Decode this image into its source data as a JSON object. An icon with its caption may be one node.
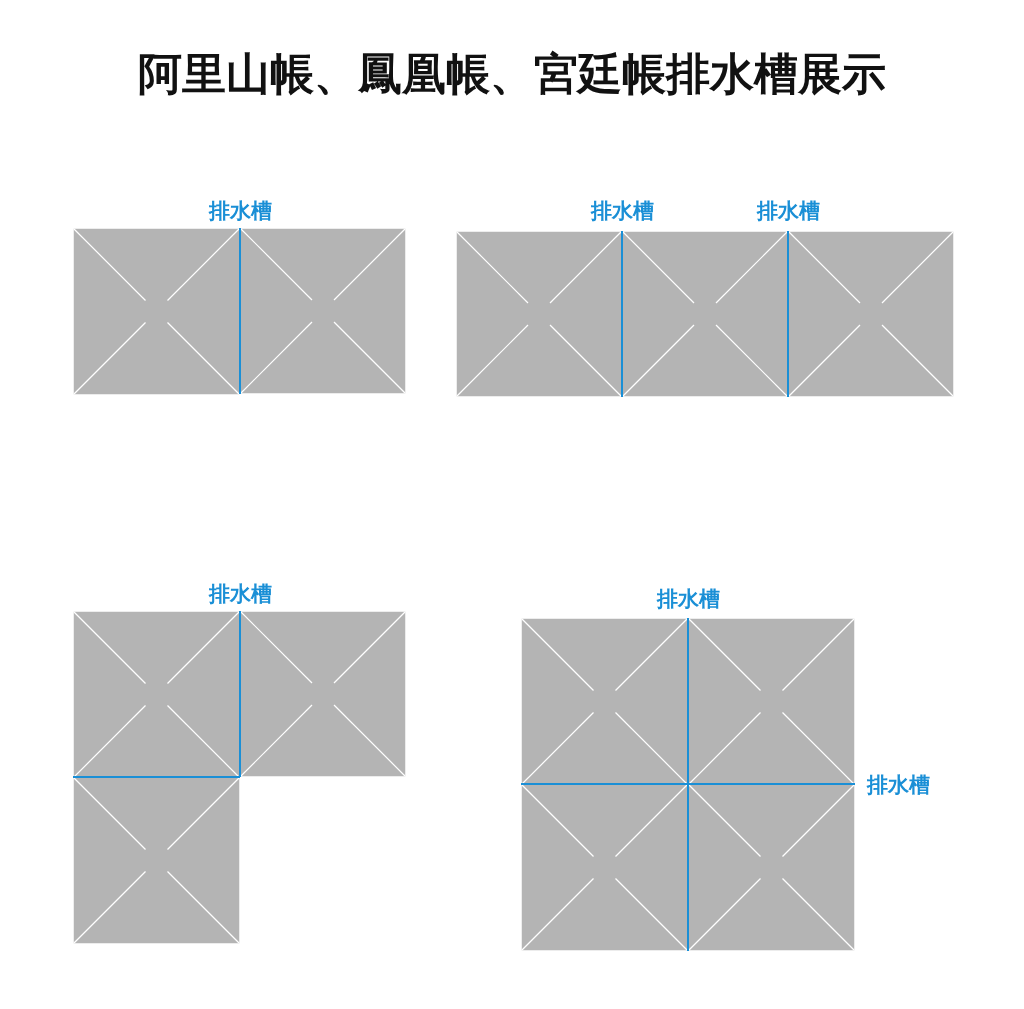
{
  "diagram": {
    "title": "阿里山帳、鳳凰帳、宮廷帳排水槽展示",
    "labels": [
      "排水槽",
      "排水槽",
      "排水槽",
      "排水槽",
      "排水槽",
      "排水槽"
    ]
  }
}
